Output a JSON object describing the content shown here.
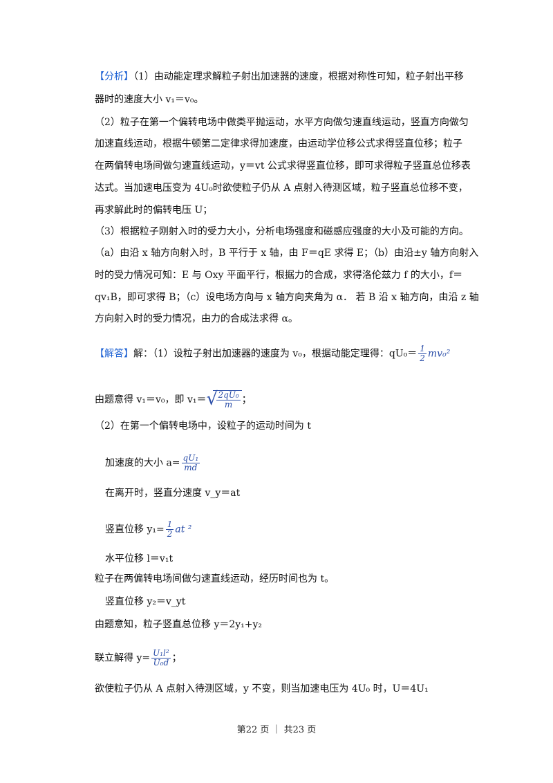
{
  "analysis": {
    "tag": "【分析】",
    "p1a": "（1）由动能定理求解粒子射出加速器的速度，根据对称性可知，粒子射出平移",
    "p1b": "器时的速度大小 v₁＝v₀。",
    "p2a": "（2）粒子在第一个偏转电场中做类平抛运动，水平方向做匀速直线运动，竖直方向做匀",
    "p2b": "加速直线运动，根据牛顿第二定律求得加速度，由运动学位移公式求得竖直位移；粒子",
    "p2c": "在两偏转电场间做匀速直线运动，y＝vt 公式求得竖直位移，即可求得粒子竖直总位移表",
    "p2d": "达式。当加速电压变为 4U₀时欲使粒子仍从 A 点射入待测区域，粒子竖直总位移不变，",
    "p2e": "再求解此时的偏转电压 U；",
    "p3a": "（3）根据粒子刚射入时的受力大小，分析电场强度和磁感应强度的大小及可能的方向。",
    "p3b": "（a）由沿 x 轴方向射入时，B 平行于 x 轴，由 F＝qE 求得 E；（b）由沿±y 轴方向射入",
    "p3c": "时的受力情况可知：E 与 Oxy 平面平行，根据力的合成，求得洛伦兹力 f 的大小，f＝",
    "p3d": "qv₁B，即可求得 B；（c）设电场方向与 x 轴方向夹角为 α．  若 B 沿 x 轴方向，由沿 z 轴",
    "p3e": "方向射入时的受力情况，由力的合成法求得 α。"
  },
  "answer": {
    "tag": "【解答】",
    "l1": "解：（1）设粒子射出加速器的速度为 v₀，根据动能定理得：qU₀＝",
    "l1_frac_num": "1",
    "l1_frac_den": "2",
    "l1_tail": "mv₀²",
    "l2": "由题意得 v₁＝v₀，即 v₁＝",
    "l2_num": "2qU₀",
    "l2_den": "m",
    "l2_tail": "；",
    "l3": "（2）在第一个偏转电场中，设粒子的运动时间为 t",
    "l4": "加速度的大小  a=",
    "l4_num": "qU₁",
    "l4_den": "md",
    "l5": "在离开时，竖直分速度    v_y＝at",
    "l6": "竖直位移    y₁=",
    "l6_num": "1",
    "l6_den": "2",
    "l6_tail": "at ²",
    "l7": "水平位移    l＝v₁t",
    "l8": "粒子在两偏转电场间做匀速直线运动，经历时间也为 t。",
    "l9": "竖直位移    y₂＝v_yt",
    "l10": "由题意知，粒子竖直总位移  y＝2y₁+y₂",
    "l11": "联立解得    y=",
    "l11_num": "U₁l²",
    "l11_den": "U₀d",
    "l11_tail": "；",
    "l12": "欲使粒子仍从 A 点射入待测区域，y 不变，则当加速电压为 4U₀ 时，U＝4U₁"
  },
  "footer": "第22 页 ｜ 共23 页",
  "colors": {
    "tag": "#1a5fd3",
    "math": "#2b4ea8",
    "text": "#111111"
  }
}
